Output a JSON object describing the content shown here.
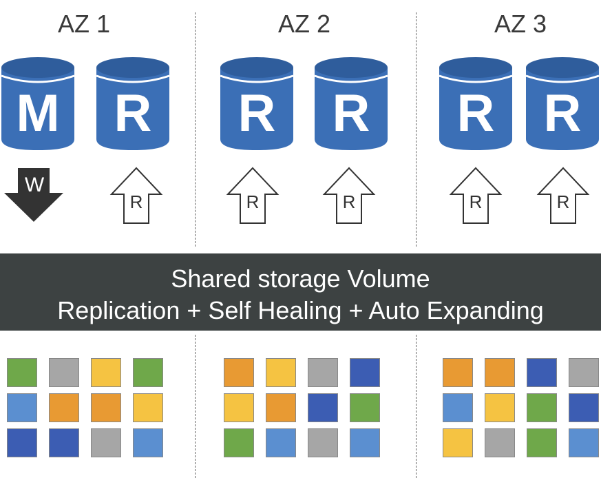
{
  "zones": [
    {
      "title": "AZ 1",
      "databases": [
        "M",
        "R"
      ],
      "arrows": [
        "W",
        "R"
      ]
    },
    {
      "title": "AZ 2",
      "databases": [
        "R",
        "R"
      ],
      "arrows": [
        "R",
        "R"
      ]
    },
    {
      "title": "AZ 3",
      "databases": [
        "R",
        "R"
      ],
      "arrows": [
        "R",
        "R"
      ]
    }
  ],
  "banner": {
    "line1": "Shared storage Volume",
    "line2": "Replication + Self Healing + Auto Expanding"
  },
  "colors": {
    "db_blue": "#3b6fb6",
    "db_top": "#2f5d9c",
    "banner": "#3d4242",
    "green": "#6fa84a",
    "gray": "#a6a6a6",
    "yellow": "#f5c342",
    "orange": "#e89a33",
    "lightblue": "#5b8fd0",
    "darkblue": "#3c5db3"
  },
  "storage_blocks": [
    [
      "green",
      "gray",
      "yellow",
      "green",
      "lightblue",
      "orange",
      "orange",
      "yellow",
      "darkblue",
      "darkblue",
      "gray",
      "lightblue"
    ],
    [
      "orange",
      "yellow",
      "gray",
      "darkblue",
      "yellow",
      "orange",
      "darkblue",
      "green",
      "green",
      "lightblue",
      "gray",
      "lightblue"
    ],
    [
      "orange",
      "orange",
      "darkblue",
      "gray",
      "lightblue",
      "yellow",
      "green",
      "darkblue",
      "yellow",
      "gray",
      "green",
      "lightblue"
    ]
  ]
}
